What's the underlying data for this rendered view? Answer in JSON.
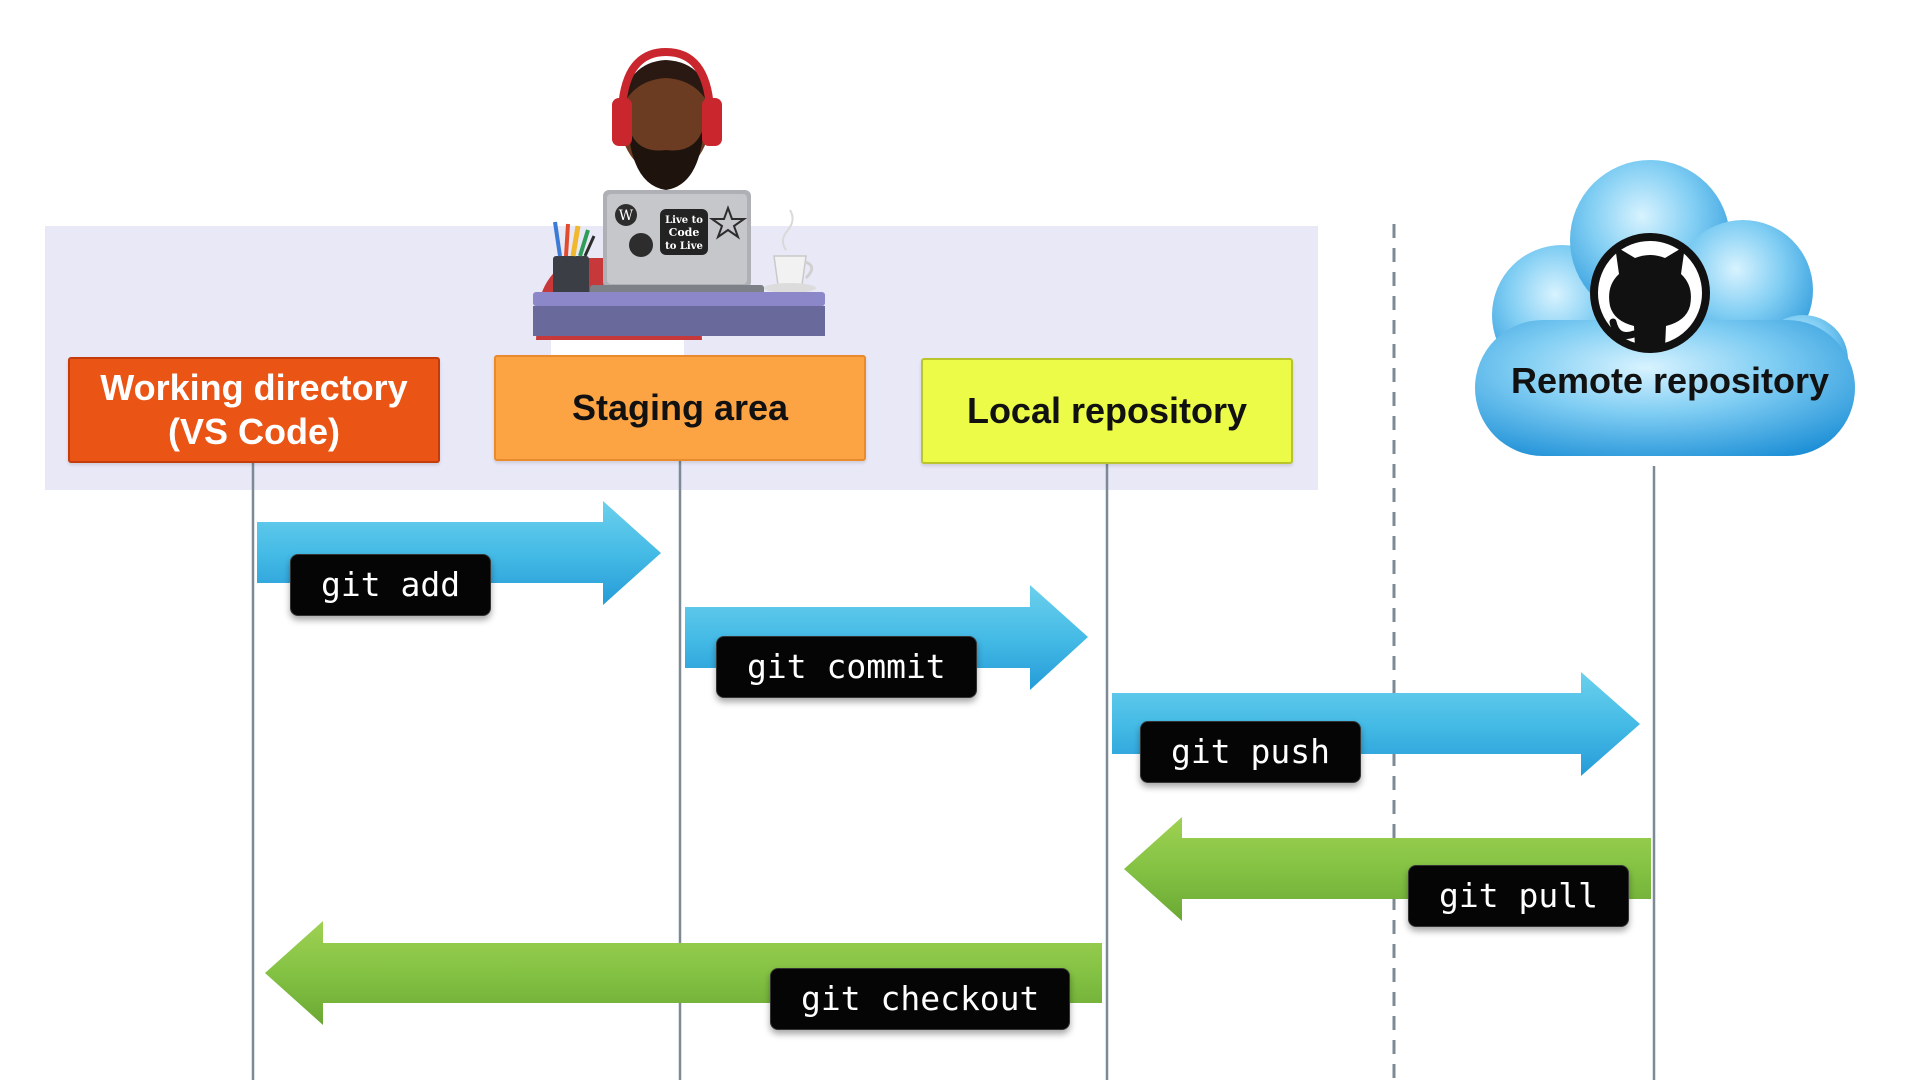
{
  "stages": {
    "working_directory": "Working directory\n(VS Code)",
    "staging_area": "Staging area",
    "local_repository": "Local repository",
    "remote_repository": "Remote repository"
  },
  "commands": {
    "add": "git add",
    "commit": "git commit",
    "push": "git push",
    "pull": "git pull",
    "checkout": "git checkout"
  },
  "colors": {
    "panel": "#e9e8f7",
    "working_directory": "#ea5414",
    "staging_area": "#fca444",
    "local_repository": "#ebfb48",
    "forward_arrow": "#2ba7df",
    "backward_arrow": "#7cbb3e",
    "lifeline": "#7b8a95",
    "cloud": "#4cb0ea"
  },
  "icons": {
    "developer": "developer-at-laptop-illustration",
    "remote": "github-octocat-icon"
  },
  "laptop_sticker_text": "Live to Code to Live"
}
